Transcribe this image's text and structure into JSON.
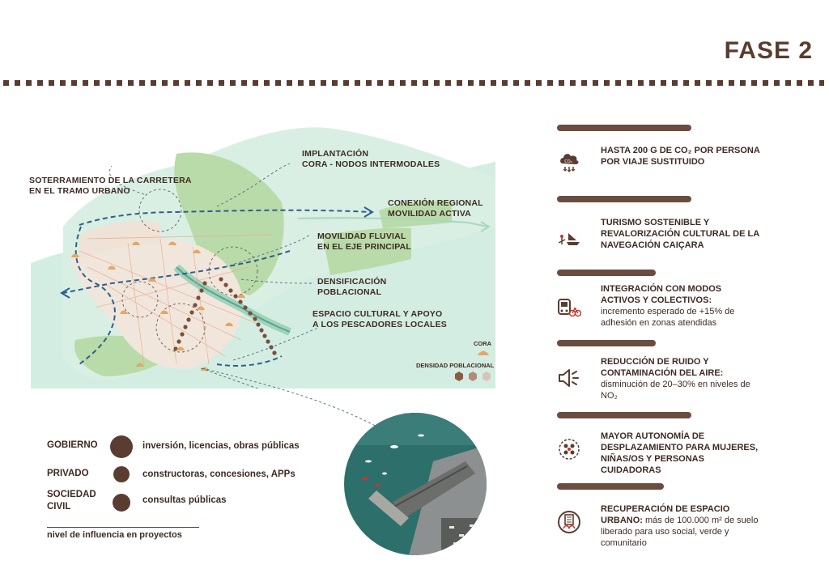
{
  "header": {
    "title": "FASE 2"
  },
  "map": {
    "labels": {
      "soterramiento_1": "SOTERRAMIENTO DE LA CARRETERA",
      "soterramiento_2": "EN EL TRAMO URBANO",
      "implantacion_1": "IMPLANTACIÓN",
      "implantacion_2": "CORA - NODOS INTERMODALES",
      "conexion_1": "CONEXIÓN REGIONAL",
      "conexion_2": "MOVILIDAD ACTIVA",
      "movilidad_1": "MOVILIDAD FLUVIAL",
      "movilidad_2": "EN EL EJE PRINCIPAL",
      "densificacion_1": "DENSIFICACIÓN",
      "densificacion_2": "POBLACIONAL",
      "espacio_1": "ESPACIO CULTURAL Y APOYO",
      "espacio_2": "A LOS PESCADORES LOCALES"
    },
    "legend": {
      "cora": "CORA",
      "densidad": "DENSIDAD POBLACIONAL"
    },
    "colors": {
      "water": "#d4ede2",
      "green": "#b9dbaa",
      "urban": "#f1e6dc",
      "path": "#2f5f8a",
      "node": "#e3a867",
      "dot": "#7a4e3b"
    }
  },
  "actors": [
    {
      "name_1": "GOBIERNO",
      "name_2": "",
      "desc": "inversión, licencias, obras públicas"
    },
    {
      "name_1": "PRIVADO",
      "name_2": "",
      "desc": "constructoras, concesiones, APPs"
    },
    {
      "name_1": "SOCIEDAD",
      "name_2": "CIVIL",
      "desc": "consultas públicas"
    }
  ],
  "influence_label": "nivel de influencia en proyectos",
  "impacts": [
    {
      "icon": "co2-cloud-icon",
      "bold": "HASTA 200 G DE CO₂ POR PERSONA POR VIAJE SUSTITUIDO",
      "text": ""
    },
    {
      "icon": "canoe-icon",
      "bold": "TURISMO SOSTENIBLE Y REVALORIZACIÓN CULTURAL DE LA NAVEGACIÓN CAIÇARA",
      "text": ""
    },
    {
      "icon": "bus-bike-icon",
      "bold": "INTEGRACIÓN CON MODOS ACTIVOS Y COLECTIVOS:",
      "text": "incremento esperado de +15% de adhesión en zonas atendidas"
    },
    {
      "icon": "speaker-icon",
      "bold": "REDUCCIÓN DE RUIDO Y CONTAMINACIÓN DEL AIRE:",
      "text": "disminución de 20–30% en niveles de NO₂"
    },
    {
      "icon": "community-icon",
      "bold": "MAYOR AUTONOMÍA DE DESPLAZAMIENTO PARA MUJERES, NIÑAS/OS Y PERSONAS CUIDADORAS",
      "text": ""
    },
    {
      "icon": "urban-space-icon",
      "bold": "RECUPERACIÓN DE ESPACIO URBANO:",
      "text": "más de 100.000 m² de suelo liberado para uso social, verde y comunitario"
    }
  ]
}
